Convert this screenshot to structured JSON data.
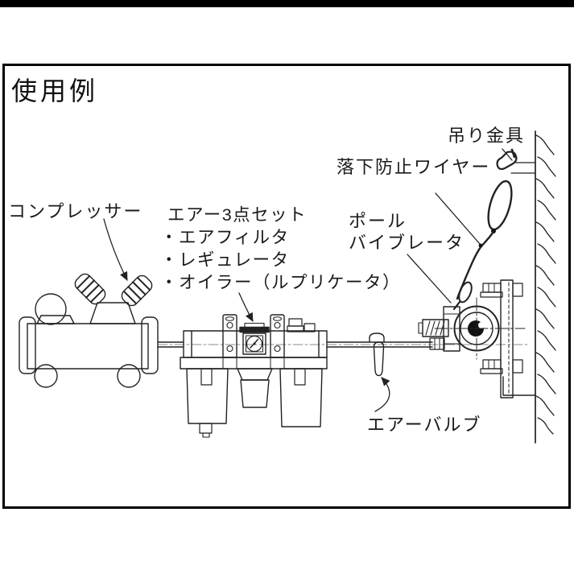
{
  "title": "使用例",
  "labels": {
    "compressor": "コンプレッサー",
    "air_set_title": "エアー3点セット",
    "air_set_items": [
      "・エアフィルタ",
      "・レギュレータ",
      "・オイラー（ルプリケータ）"
    ],
    "hanging_bracket": "吊り金具",
    "fall_prevention_wire": "落下防止ワイヤー",
    "pole_vibrator_line1": "ポール",
    "pole_vibrator_line2": "バイブレータ",
    "air_valve": "エアーバルブ"
  },
  "colors": {
    "line": "#222222",
    "background": "#ffffff",
    "frame": "#000000"
  }
}
